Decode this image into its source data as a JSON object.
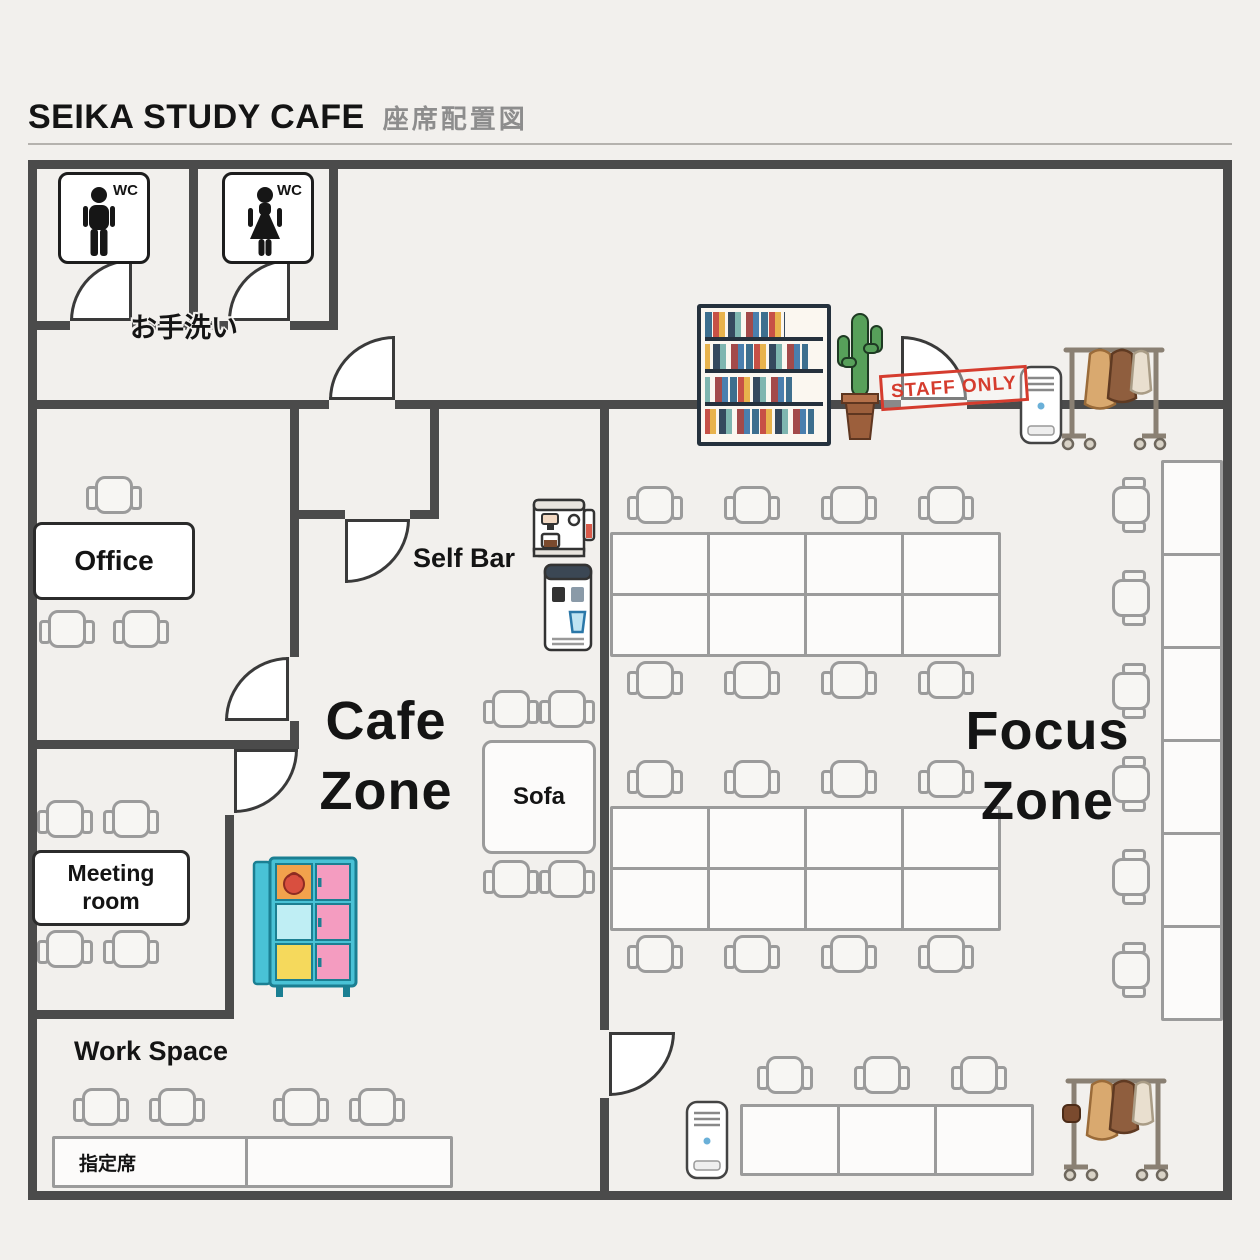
{
  "header": {
    "title": "SEIKA STUDY CAFE",
    "subtitle": "座席配置図"
  },
  "zones": {
    "cafe": {
      "line1": "Cafe",
      "line2": "Zone"
    },
    "focus": {
      "line1": "Focus",
      "line2": "Zone"
    }
  },
  "rooms": {
    "office": "Office",
    "meeting": "Meeting room",
    "workspace": "Work Space",
    "restroom": "お手洗い"
  },
  "labels": {
    "wc": "WC",
    "self_bar": "Self Bar",
    "sofa": "Sofa",
    "staff_only": "STAFF ONLY",
    "reserved_seat": "指定席"
  },
  "icons": {
    "mens_toilet": "mens-toilet-icon",
    "womens_toilet": "womens-toilet-icon",
    "bookshelf": "bookshelf-icon",
    "cactus": "cactus-plant-icon",
    "coffee_machine": "coffee-machine-icon",
    "water_dispenser": "water-dispenser-icon",
    "air_purifier": "air-purifier-icon",
    "coat_rack": "coat-rack-icon",
    "lockers": "lockers-icon"
  },
  "colors": {
    "wall": "#4b4b4b",
    "background": "#f2f0ed",
    "stamp_red": "#d53c2e",
    "locker_cyan": "#49c2d6",
    "locker_orange": "#f2a24c",
    "locker_pink": "#f49cc0",
    "locker_yellow": "#f5d95c"
  }
}
